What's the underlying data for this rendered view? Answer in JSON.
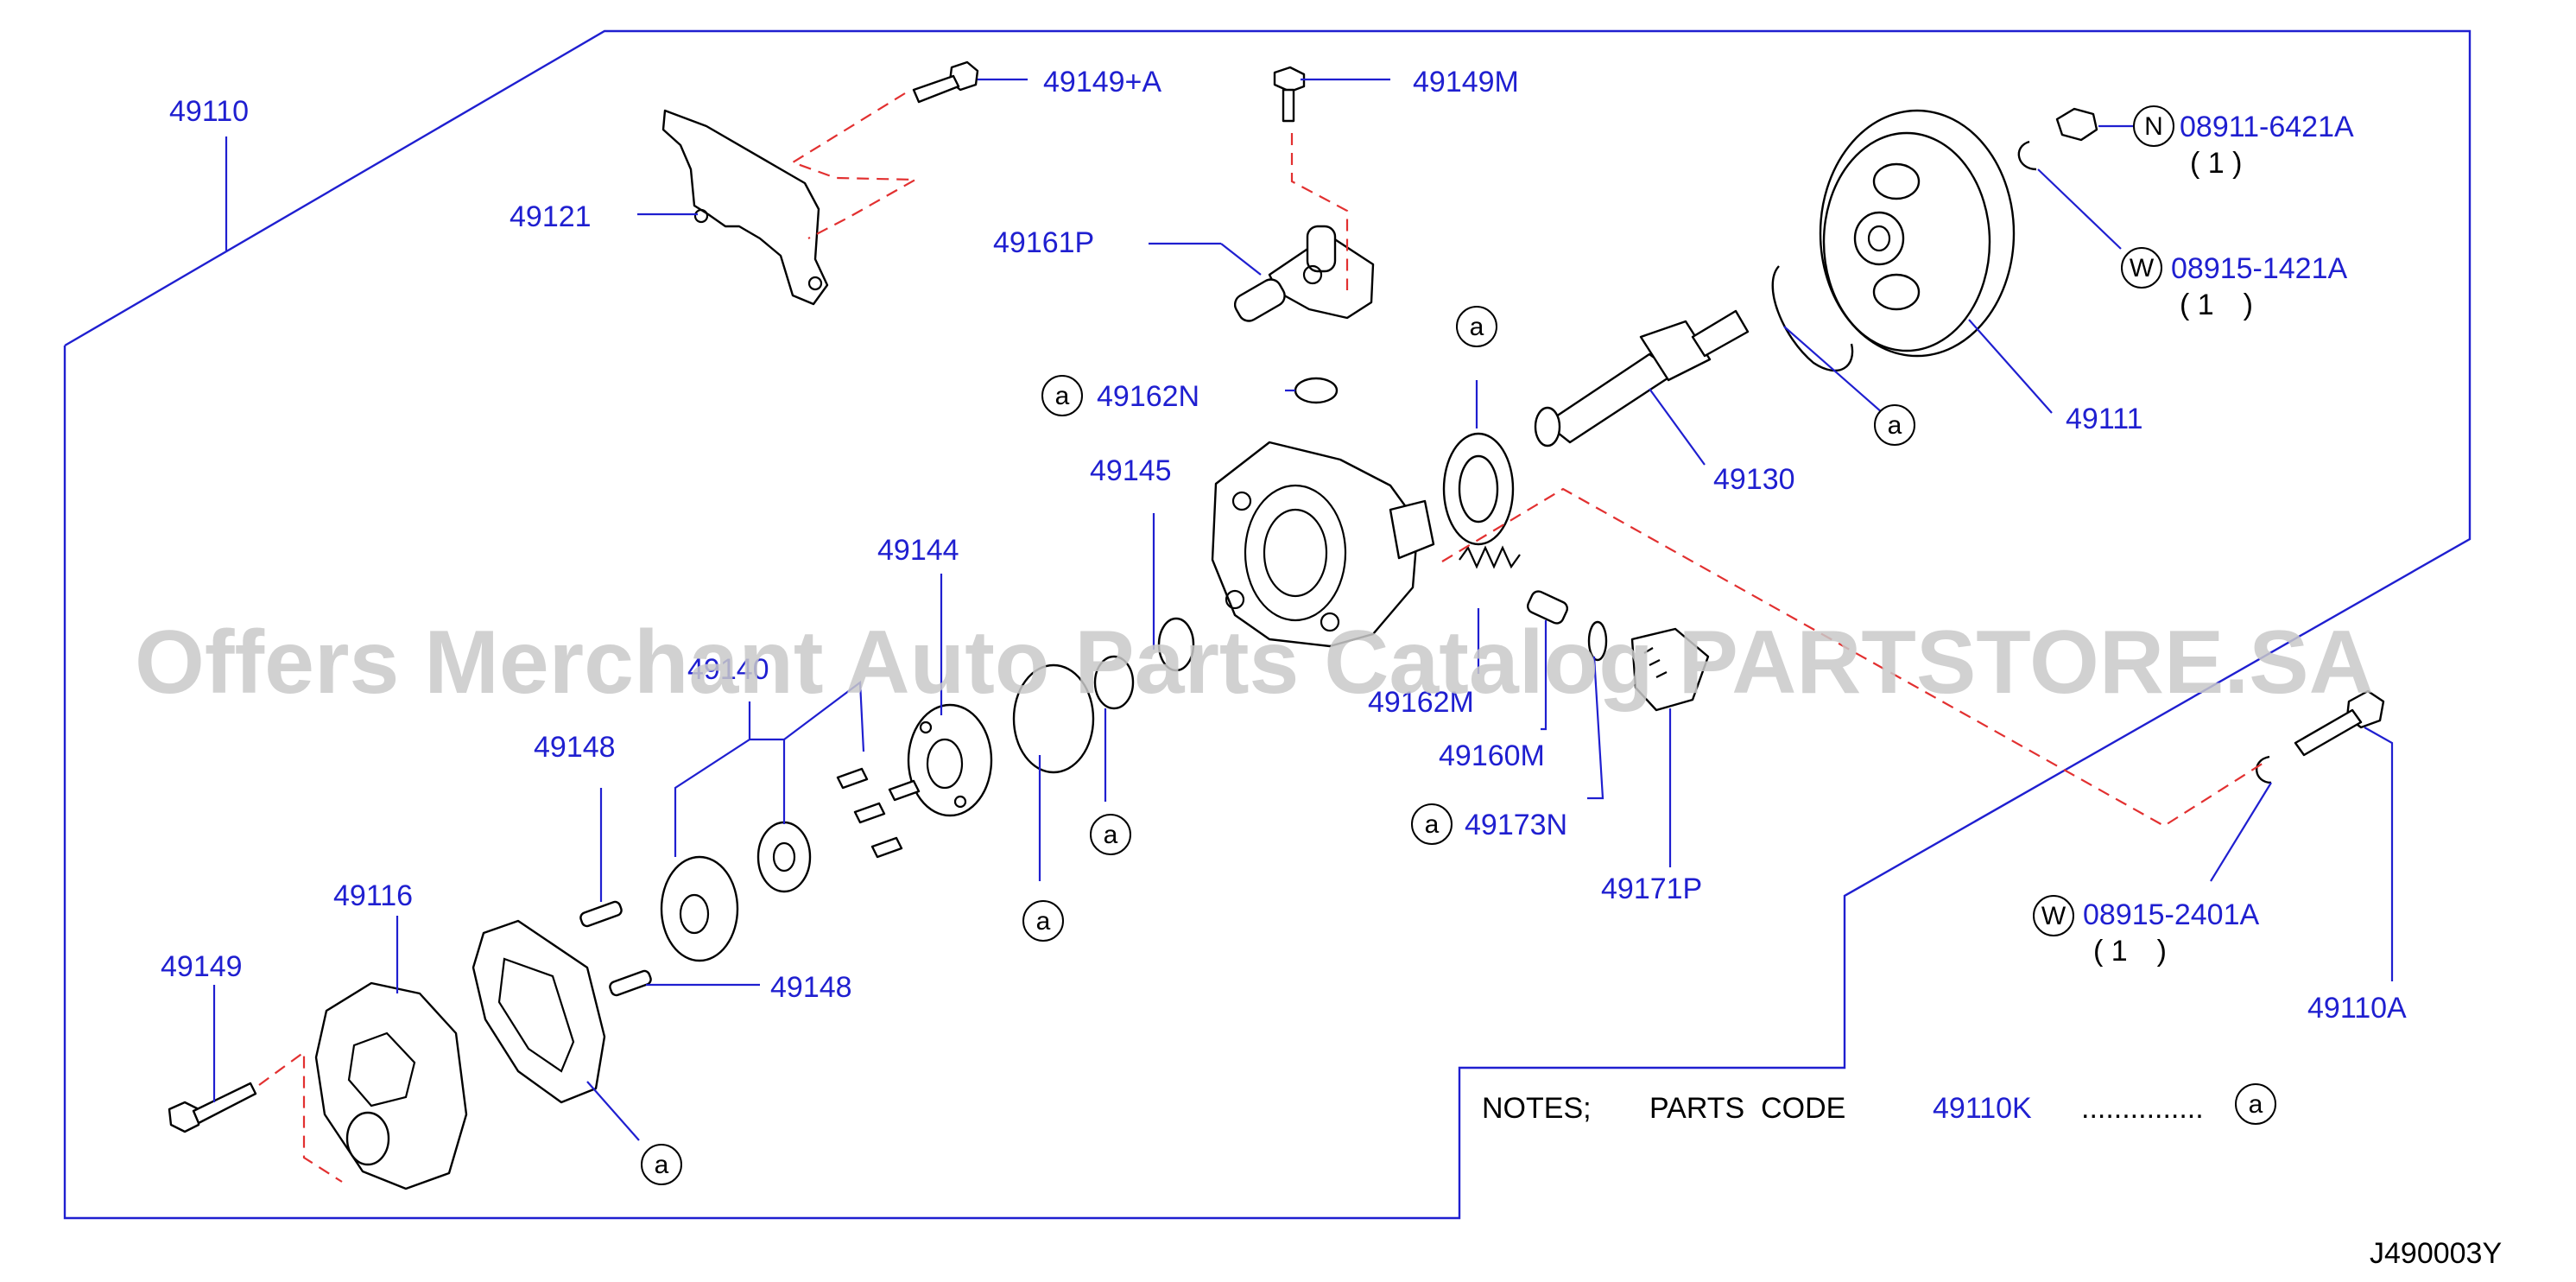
{
  "watermark": "Offers Merchant Auto Parts Catalog PARTSTORE.SA",
  "diagram_code": "J490003Y",
  "notes": {
    "prefix": "NOTES;",
    "parts_code_label": "PARTS  CODE",
    "code": "49110K",
    "dots": "...............",
    "marker": "a"
  },
  "labels": {
    "p49110": "49110",
    "p49149_a": "49149+A",
    "p49149m": "49149M",
    "p49121": "49121",
    "p49161p": "49161P",
    "p49162n": "49162N",
    "p49145": "49145",
    "p49144": "49144",
    "p49140": "49140",
    "p49148_top": "49148",
    "p49148_bottom": "49148",
    "p49116": "49116",
    "p49149": "49149",
    "p49162m": "49162M",
    "p49160m": "49160M",
    "p49173n": "49173N",
    "p49171p": "49171P",
    "p49130": "49130",
    "p49111": "49111",
    "p08911": "08911-6421A",
    "p08911_qty": "( 1 )",
    "p08915_1421": "08915-1421A",
    "p08915_1421_qty": "( 1　)",
    "p08915_2401": "08915-2401A",
    "p08915_2401_qty": "( 1　)",
    "p49110a": "49110A"
  },
  "markers": {
    "a": "a",
    "n": "N",
    "w": "W"
  }
}
